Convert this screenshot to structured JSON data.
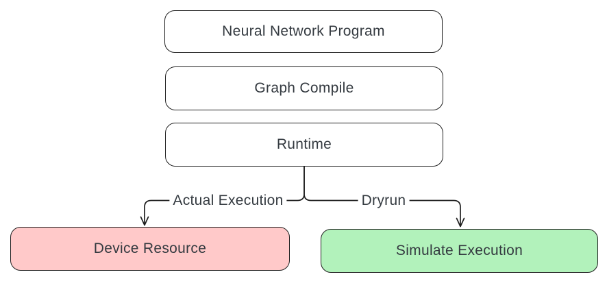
{
  "colors": {
    "background": "#ffffff",
    "node_border": "#1e1e1e",
    "node_fill_default": "#ffffff",
    "device_resource_fill": "#ffc9c9",
    "simulate_execution_fill": "#b2f2bb",
    "text": "#343a40",
    "connector_stroke": "#1e1e1e"
  },
  "diagram": {
    "nodes": [
      {
        "id": "neural-network-program",
        "label": "Neural Network Program"
      },
      {
        "id": "graph-compile",
        "label": "Graph Compile"
      },
      {
        "id": "runtime",
        "label": "Runtime"
      },
      {
        "id": "device-resource",
        "label": "Device Resource"
      },
      {
        "id": "simulate-execution",
        "label": "Simulate Execution"
      }
    ],
    "edges": [
      {
        "from": "runtime",
        "to": "device-resource",
        "label": "Actual Execution"
      },
      {
        "from": "runtime",
        "to": "simulate-execution",
        "label": "Dryrun"
      }
    ]
  }
}
